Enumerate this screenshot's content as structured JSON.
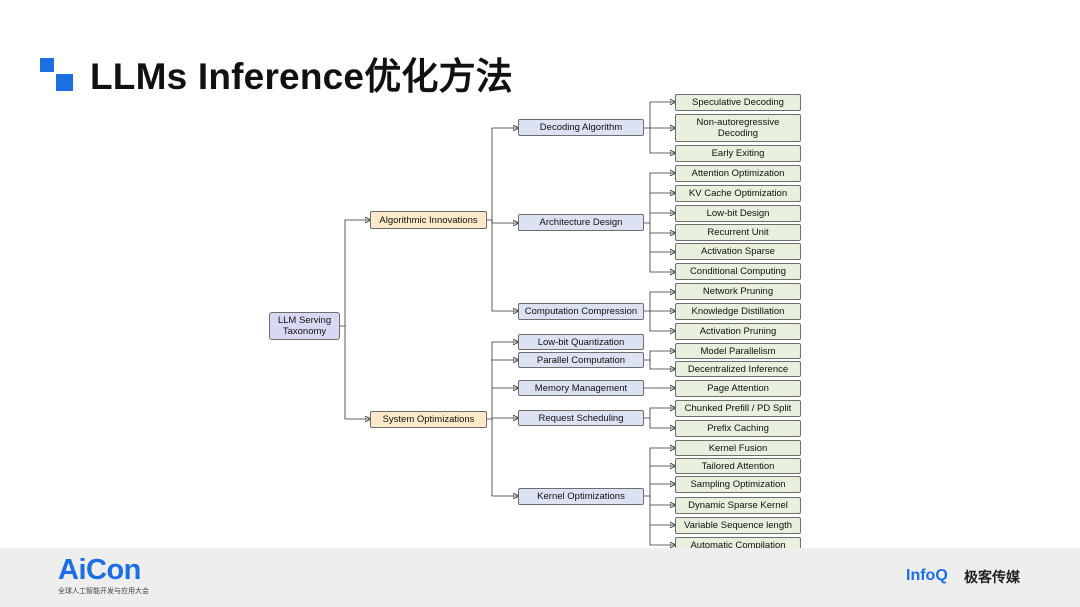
{
  "slide": {
    "title": "LLMs Inference优化方法"
  },
  "taxonomy": {
    "root": "LLM Serving Taxonomy",
    "algorithmic": {
      "label": "Algorithmic Innovations",
      "decoding": {
        "label": "Decoding Algorithm",
        "leaves": [
          "Speculative Decoding",
          "Non-autoregressive Decoding",
          "Early Exiting"
        ]
      },
      "architecture": {
        "label": "Architecture Design",
        "leaves": [
          "Attention Optimization",
          "KV Cache Optimization",
          "Low-bit Design",
          "Recurrent Unit",
          "Activation Sparse",
          "Conditional Computing"
        ]
      },
      "compression": {
        "label": "Computation Compression",
        "leaves": [
          "Network Pruning",
          "Knowledge Distillation",
          "Activation Pruning"
        ]
      }
    },
    "system": {
      "label": "System Optimizations",
      "quantization": {
        "label": "Low-bit Quantization"
      },
      "parallel": {
        "label": "Parallel Computation",
        "leaves": [
          "Model Parallelism",
          "Decentralized Inference"
        ]
      },
      "memory": {
        "label": "Memory Management",
        "leaves": [
          "Page Attention"
        ]
      },
      "scheduling": {
        "label": "Request Scheduling",
        "leaves": [
          "Chunked Prefill / PD Split",
          "Prefix Caching"
        ]
      },
      "kernel": {
        "label": "Kernel Optimizations",
        "leaves": [
          "Kernel Fusion",
          "Tailored Attention",
          "Sampling Optimization",
          "Dynamic Sparse Kernel",
          "Variable Sequence length",
          "Automatic Compilation"
        ]
      }
    }
  },
  "footer": {
    "aicon_logo": "AiCon",
    "aicon_tagline": "全球人工智能开发与应用大会",
    "infoq_logo": "InfoQ",
    "geek_logo": "极客传媒"
  },
  "colors": {
    "accent": "#1b6fe3",
    "root_fill": "#d9d8f2",
    "level1_fill": "#fbe9c8",
    "level2_fill": "#dde2f3",
    "leaf_fill": "#e6f0dc"
  }
}
